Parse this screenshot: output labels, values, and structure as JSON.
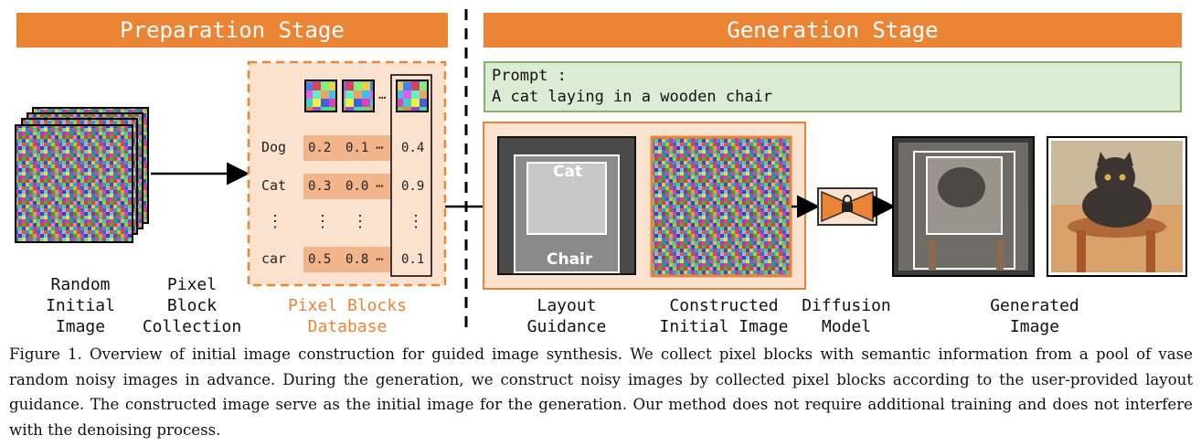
{
  "figure": {
    "preparation_stage_title": "Preparation Stage",
    "generation_stage_title": "Generation Stage",
    "prompt_label": "Prompt :",
    "prompt_text": "A cat laying in a wooden chair",
    "database": {
      "rows": [
        {
          "label": "Dog",
          "v1": "0.2",
          "v2": "0.1",
          "ellipsis": "⋯",
          "vn": "0.4"
        },
        {
          "label": "Cat",
          "v1": "0.3",
          "v2": "0.0",
          "ellipsis": "⋯",
          "vn": "0.9"
        },
        {
          "label": "car",
          "v1": "0.5",
          "v2": "0.8",
          "ellipsis": "⋯",
          "vn": "0.1"
        }
      ],
      "vdots": "⋮",
      "header_ellipsis": "…"
    },
    "layout_box_cat": "Cat",
    "layout_box_chair": "Chair",
    "labels": {
      "random_initial_image": "Random\nInitial\nImage",
      "pixel_block_collection": "Pixel\nBlock\nCollection",
      "pixel_blocks_database": "Pixel Blocks\nDatabase",
      "layout_guidance": "Layout\nGuidance",
      "constructed_initial_image": "Constructed\nInitial Image",
      "diffusion_model": "Diffusion\nModel",
      "generated_image": "Generated\nImage"
    },
    "colors": {
      "accent_orange": "#ec8436",
      "prompt_green": "#dcecd4",
      "light_orange": "#fbe2cf"
    }
  },
  "caption": "Figure 1. Overview of initial image construction for guided image synthesis. We collect pixel blocks with semantic information from a pool of vase random noisy images in advance. During the generation, we construct noisy images by collected pixel blocks according to the user-provided layout guidance. The constructed image serve as the initial image for the generation. Our method does not require additional training and does not interfere with the denoising process."
}
